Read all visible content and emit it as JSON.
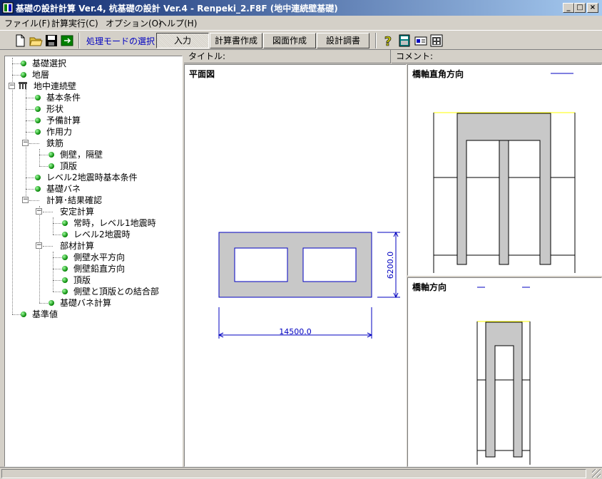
{
  "window": {
    "title": "基礎の設計計算 Ver.4, 杭基礎の設計 Ver.4 - Renpeki_2.F8F (地中連続壁基礎)",
    "minimize": "_",
    "maximize": "□",
    "close": "×"
  },
  "menu": {
    "file": "ファイル(F)",
    "calc": "計算実行(C)",
    "option": "オプション(O)",
    "help": "ヘルプ(H)"
  },
  "toolbar": {
    "mode_label": "処理モードの選択",
    "input": "入力",
    "report": "計算書作成",
    "drawing": "図面作成",
    "survey": "設計調書"
  },
  "tree": {
    "items": [
      "基礎選択",
      "地層",
      "地中連続壁",
      "基本条件",
      "形状",
      "予備計算",
      "作用力",
      "鉄筋",
      "側壁，隔壁",
      "頂版",
      "レベル2地震時基本条件",
      "基礎バネ",
      "計算･結果確認",
      "安定計算",
      "常時，レベル1地震時",
      "レベル2地震時",
      "部材計算",
      "側壁水平方向",
      "側壁鉛直方向",
      "頂版",
      "側壁と頂版との結合部",
      "基礎バネ計算",
      "基準値"
    ]
  },
  "header": {
    "title_label": "タイトル:",
    "comment_label": "コメント:"
  },
  "plan_view": {
    "title": "平面図",
    "width_dim": "14500.0",
    "height_dim": "6200.0"
  },
  "elev_perp": {
    "title": "橋軸直角方向"
  },
  "elev_axis": {
    "title": "橋軸方向"
  },
  "colors": {
    "section_fill": "#c8c8c8",
    "outline": "#0000c0",
    "ground_line": "#000000",
    "water_line": "#ffff00",
    "title_grad_start": "#0a246a",
    "title_grad_end": "#a6caf0"
  }
}
